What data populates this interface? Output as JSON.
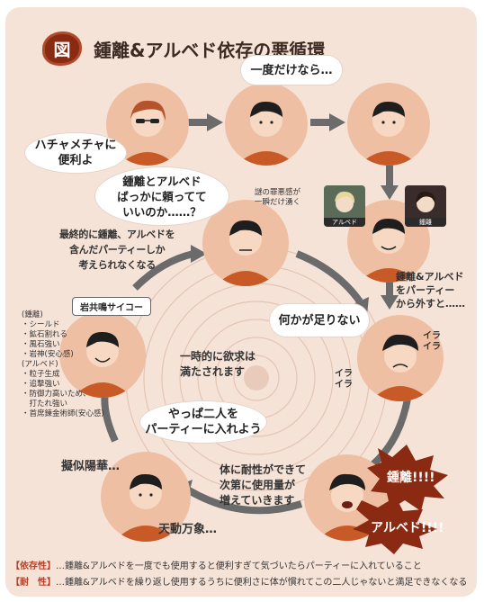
{
  "title": {
    "badge": "図",
    "text": "鍾離&アルベド依存の悪循環"
  },
  "bubbles": {
    "ichido": "一度だけなら…",
    "hachamecha": "ハチャメチャに\n便利よ",
    "tayotte": "鍾離とアルベド\nばっかに頼ってて\nいいのか……？",
    "nanika": "何かが足りない",
    "yappa": "やっぱ二人を\nパーティーに入れよう"
  },
  "texts": {
    "zaiakukan": "謎の罪悪感が\n一瞬だけ湧く",
    "saishuteki": "最終的に鍾離、アルベドを\n含んだパーティーしか\n考えられなくなる",
    "hazusu": "鍾離&アルベド\nをパーティー\nから外すと……",
    "ichijiteki": "一時的に欲求は\n満たされます",
    "taisei": "体に耐性ができて\n次第に使用量が\n増えていきます",
    "giji": "擬似陽華…",
    "tendo": "天動万象…",
    "iraira1": "イラ\nイラ",
    "iraira2": "イラ\nイラ"
  },
  "panel_left": {
    "caption": "岩共鳴サイコー",
    "list": [
      "(鍾離)",
      "・シールド",
      "・鉱石割れる",
      "・風石強い",
      "・岩神(安心感)",
      "(アルベド)",
      "・粒子生成",
      "・追撃強い",
      "・防御力高いため、",
      "　打たれ強い",
      "・首席錬金術師(安心感)"
    ]
  },
  "characters": {
    "albedo": "アルベド",
    "zhongli": "鍾離"
  },
  "bursts": {
    "zhongli": "鍾離!!!!",
    "albedo": "アルベド!!!!"
  },
  "footer": {
    "line1_tag": "【依存性】",
    "line1_text": "…鍾離&アルベドを一度でも使用すると便利すぎて気づいたらパーティーに入れていること",
    "line2_tag": "【耐　性】",
    "line2_text": "…鍾離&アルベドを繰り返し使用するうちに便利さに体が慣れてこの二人じゃないと満足できなくなる"
  },
  "colors": {
    "background": "#f6e3d8",
    "skin_circle": "#efbfa3",
    "shirt": "#c85a28",
    "arrow": "#6b6b6b",
    "burst": "#8b2a12",
    "accent": "#b6412a"
  }
}
